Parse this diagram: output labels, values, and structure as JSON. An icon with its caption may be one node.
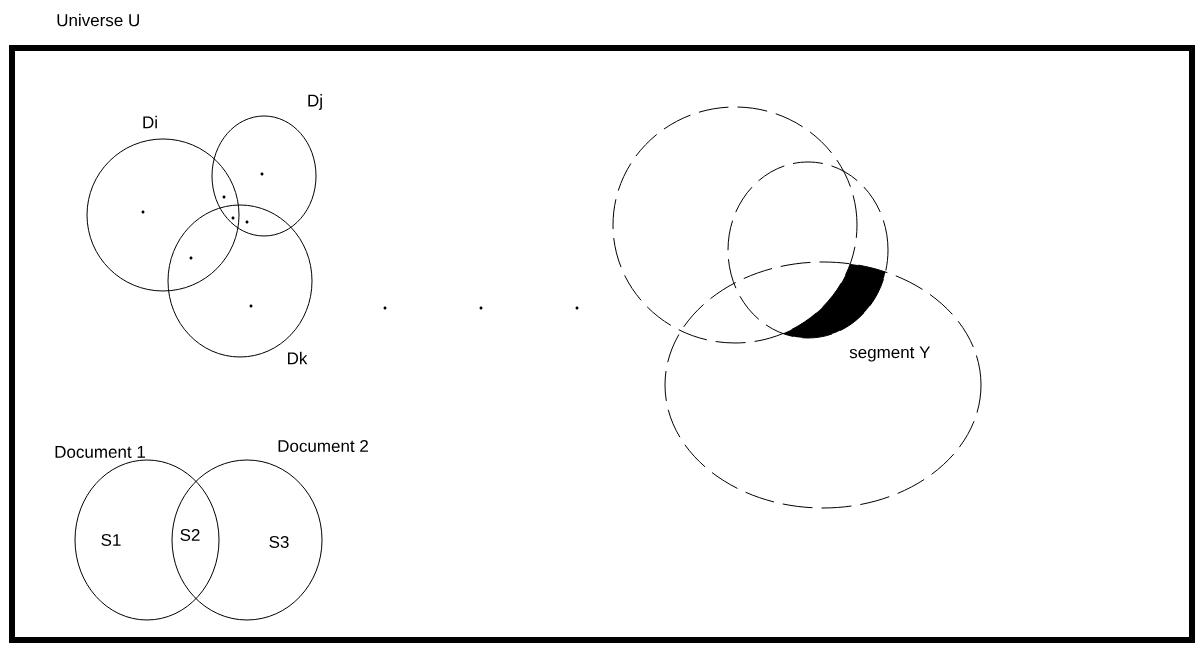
{
  "diagram": {
    "nodes": [
      {
        "text": [
          "Universe U"
        ]
      },
      {
        "text": [
          "Di"
        ],
        "in": 0
      },
      {
        "text": [
          "Dj"
        ],
        "in": 0
      },
      {
        "text": [
          "Dk"
        ],
        "in": 0
      },
      {
        "text": [],
        "shape": "circle",
        "in": 0
      },
      {
        "text": [],
        "shape": "circle",
        "in": 0
      },
      {
        "text": [],
        "shape": "circle",
        "in": 0
      },
      {
        "text": [
          "segment Y"
        ],
        "in": 6
      },
      {
        "text": [
          "Document 1"
        ],
        "in": 0
      },
      {
        "text": [
          "Document 2"
        ],
        "in": 0
      }
    ],
    "labels": [
      "S1",
      "S2",
      "S3"
    ]
  }
}
